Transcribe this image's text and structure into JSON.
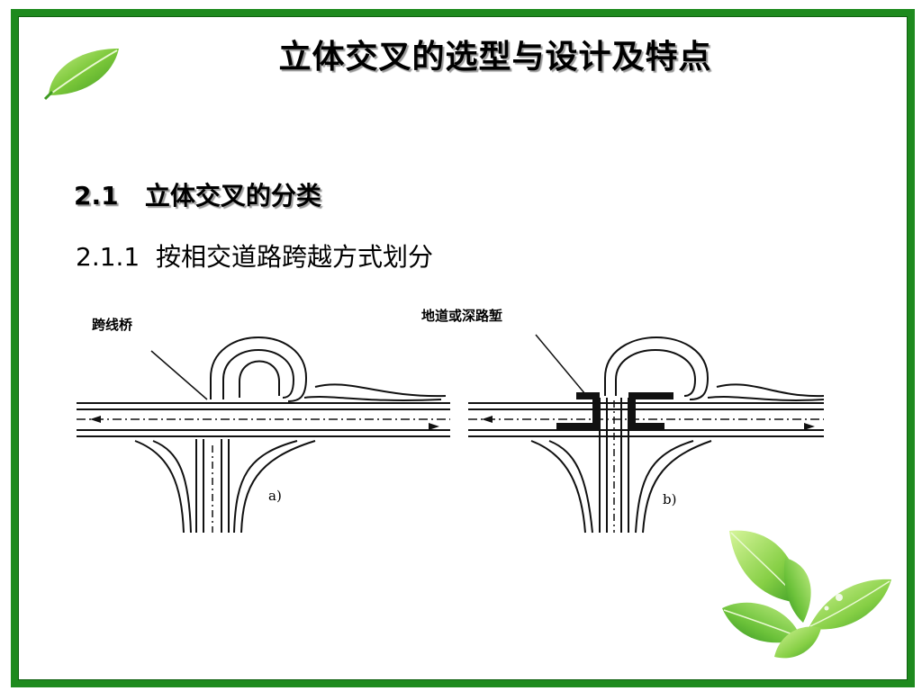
{
  "slide": {
    "title": "立体交叉的选型与设计及特点",
    "section_heading": "2.1   立体交叉的分类",
    "subsection_heading": "2.1.1  按相交道路跨越方式划分"
  },
  "figure": {
    "left_callout": "跨线桥",
    "right_callout": "地道或深路堑",
    "left_sublabel": "a)",
    "right_sublabel": "b)"
  },
  "colors": {
    "frame": "#1e8a1e",
    "leaf_light": "#8fd14f",
    "leaf_dark": "#3aa629",
    "text": "#000000"
  },
  "icons": [
    "leaf-icon",
    "leaves-cluster-icon"
  ]
}
